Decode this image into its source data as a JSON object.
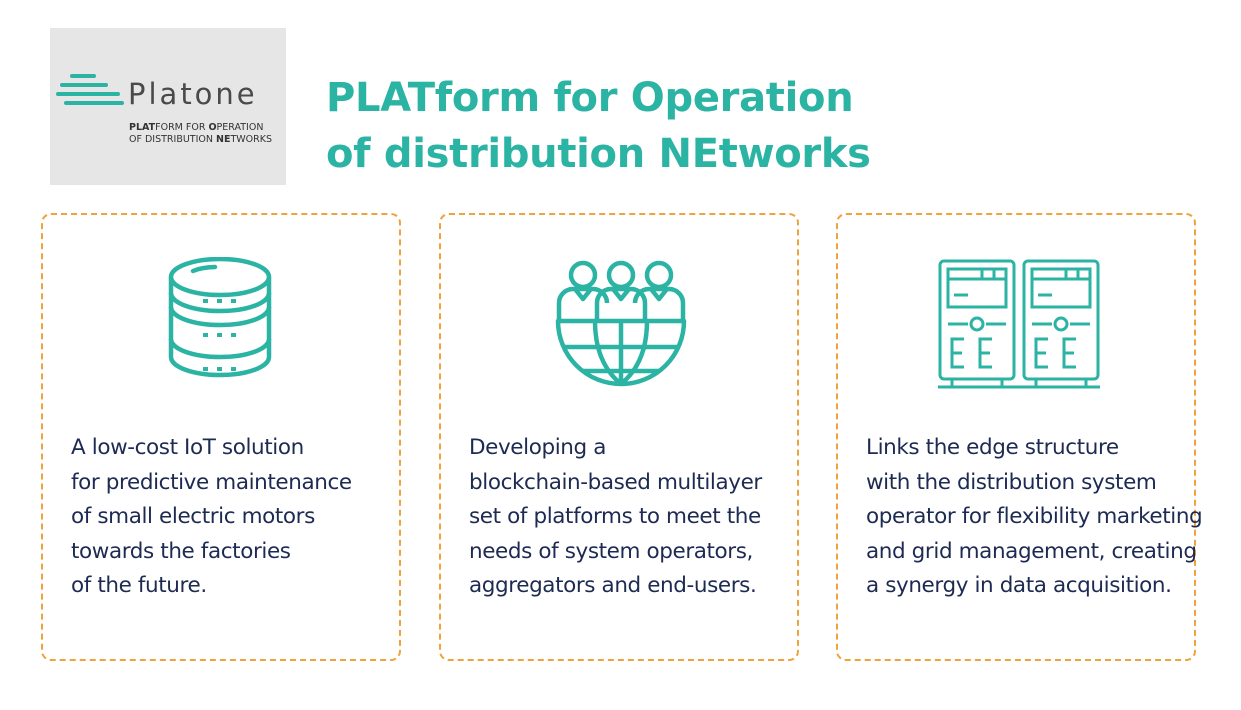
{
  "logo": {
    "name": "Platone",
    "tagline_line1_bold": "PLAT",
    "tagline_line1_rest": "FORM FOR ",
    "tagline_line1_bold2": "O",
    "tagline_line1_end": "PERATION",
    "tagline_line2_start": "OF DISTRIBUTION ",
    "tagline_line2_bold": "NE",
    "tagline_line2_end": "TWORKS"
  },
  "title": {
    "line1": "PLATform for Operation",
    "line2": "of distribution NEtworks"
  },
  "cards": [
    {
      "icon": "database-icon",
      "lines": [
        "A low-cost IoT solution",
        "for predictive maintenance",
        "of small electric motors",
        "towards the factories",
        "of the future."
      ]
    },
    {
      "icon": "people-globe-icon",
      "lines": [
        "Developing a",
        "blockchain-based multilayer",
        "set of platforms to meet the",
        "needs of system operators,",
        "aggregators and end-users."
      ]
    },
    {
      "icon": "servers-icon",
      "lines": [
        "Links the edge structure",
        "with the distribution system",
        "operator for flexibility marketing",
        "and grid management, creating",
        "a synergy in data acquisition."
      ]
    }
  ],
  "colors": {
    "accent": "#2bb3a3",
    "border": "#f0a23c",
    "text": "#1d2a52",
    "logo_bg": "#e6e6e6"
  }
}
